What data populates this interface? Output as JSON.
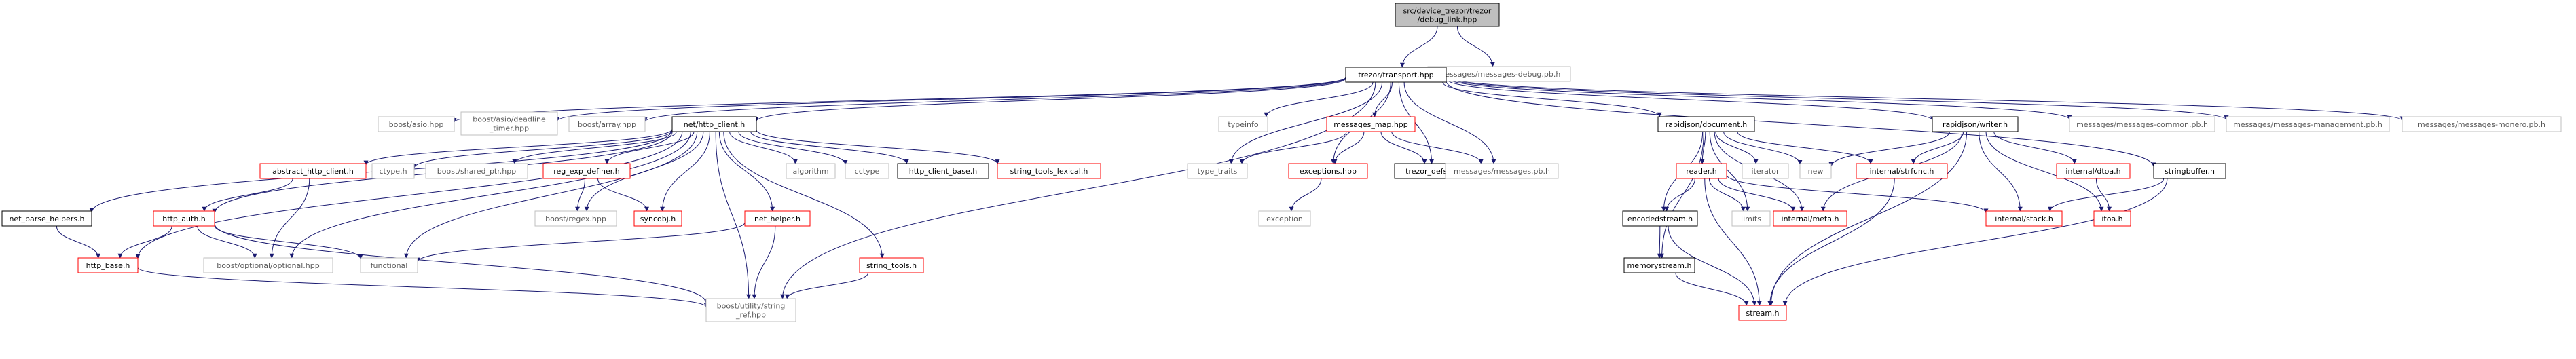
{
  "diagram": {
    "colors": {
      "edge": "#191970",
      "node_border_normal": "#000000",
      "node_border_link": "#ff0000",
      "node_border_external": "#bfbfbf",
      "node_fill_root": "#bfbfbf",
      "text_normal": "#000000",
      "text_external": "#5a5a5a"
    },
    "nodes": {
      "root": {
        "lines": [
          "src/device_trezor/trezor",
          "/debug_link.hpp"
        ],
        "kind": "root"
      },
      "dbgpb": {
        "lines": [
          "messages/messages-debug.pb.h"
        ],
        "kind": "external"
      },
      "trans": {
        "lines": [
          "trezor/transport.hpp"
        ],
        "kind": "normal"
      },
      "basio": {
        "lines": [
          "boost/asio.hpp"
        ],
        "kind": "external"
      },
      "bdead": {
        "lines": [
          "boost/asio/deadline",
          "_timer.hpp"
        ],
        "kind": "external"
      },
      "barr": {
        "lines": [
          "boost/array.hpp"
        ],
        "kind": "external"
      },
      "http": {
        "lines": [
          "net/http_client.h"
        ],
        "kind": "normal"
      },
      "typeinfo": {
        "lines": [
          "typeinfo"
        ],
        "kind": "external"
      },
      "msgmap": {
        "lines": [
          "messages_map.hpp"
        ],
        "kind": "link"
      },
      "rjdoc": {
        "lines": [
          "rapidjson/document.h"
        ],
        "kind": "normal"
      },
      "rjwr": {
        "lines": [
          "rapidjson/writer.h"
        ],
        "kind": "normal"
      },
      "common": {
        "lines": [
          "messages/messages-common.pb.h"
        ],
        "kind": "external"
      },
      "mgmt": {
        "lines": [
          "messages/messages-management.pb.h"
        ],
        "kind": "external"
      },
      "monero": {
        "lines": [
          "messages/messages-monero.pb.h"
        ],
        "kind": "external"
      },
      "abshttp": {
        "lines": [
          "abstract_http_client.h"
        ],
        "kind": "link"
      },
      "ctype": {
        "lines": [
          "ctype.h"
        ],
        "kind": "external"
      },
      "bshared": {
        "lines": [
          "boost/shared_ptr.hpp"
        ],
        "kind": "external"
      },
      "regdef": {
        "lines": [
          "reg_exp_definer.h"
        ],
        "kind": "link"
      },
      "algo": {
        "lines": [
          "algorithm"
        ],
        "kind": "external"
      },
      "cctype": {
        "lines": [
          "cctype"
        ],
        "kind": "external"
      },
      "httpcb": {
        "lines": [
          "http_client_base.h"
        ],
        "kind": "normal"
      },
      "stlex": {
        "lines": [
          "string_tools_lexical.h"
        ],
        "kind": "link"
      },
      "ttraits": {
        "lines": [
          "type_traits"
        ],
        "kind": "external"
      },
      "exc": {
        "lines": [
          "exceptions.hpp"
        ],
        "kind": "link"
      },
      "tdefs": {
        "lines": [
          "trezor_defs.hpp"
        ],
        "kind": "normal"
      },
      "msgpb": {
        "lines": [
          "messages/messages.pb.h"
        ],
        "kind": "external"
      },
      "netparse": {
        "lines": [
          "net_parse_helpers.h"
        ],
        "kind": "normal"
      },
      "httpauth": {
        "lines": [
          "http_auth.h"
        ],
        "kind": "link"
      },
      "bregex": {
        "lines": [
          "boost/regex.hpp"
        ],
        "kind": "external"
      },
      "syncobj": {
        "lines": [
          "syncobj.h"
        ],
        "kind": "link"
      },
      "nethelp": {
        "lines": [
          "net_helper.h"
        ],
        "kind": "link"
      },
      "exception": {
        "lines": [
          "exception"
        ],
        "kind": "external"
      },
      "httpbase": {
        "lines": [
          "http_base.h"
        ],
        "kind": "link"
      },
      "bopt": {
        "lines": [
          "boost/optional/optional.hpp"
        ],
        "kind": "external"
      },
      "functional": {
        "lines": [
          "functional"
        ],
        "kind": "external"
      },
      "strtools": {
        "lines": [
          "string_tools.h"
        ],
        "kind": "link"
      },
      "bstrref": {
        "lines": [
          "boost/utility/string",
          "_ref.hpp"
        ],
        "kind": "external"
      },
      "reader": {
        "lines": [
          "reader.h"
        ],
        "kind": "link"
      },
      "iterator": {
        "lines": [
          "iterator"
        ],
        "kind": "external"
      },
      "new": {
        "lines": [
          "new"
        ],
        "kind": "external"
      },
      "strfunc": {
        "lines": [
          "internal/strfunc.h"
        ],
        "kind": "link"
      },
      "dtoa": {
        "lines": [
          "internal/dtoa.h"
        ],
        "kind": "link"
      },
      "sbuf": {
        "lines": [
          "stringbuffer.h"
        ],
        "kind": "normal"
      },
      "encstream": {
        "lines": [
          "encodedstream.h"
        ],
        "kind": "normal"
      },
      "limits": {
        "lines": [
          "limits"
        ],
        "kind": "external"
      },
      "meta": {
        "lines": [
          "internal/meta.h"
        ],
        "kind": "link"
      },
      "istack": {
        "lines": [
          "internal/stack.h"
        ],
        "kind": "link"
      },
      "itoa": {
        "lines": [
          "itoa.h"
        ],
        "kind": "link"
      },
      "memstream": {
        "lines": [
          "memorystream.h"
        ],
        "kind": "normal"
      },
      "stream": {
        "lines": [
          "stream.h"
        ],
        "kind": "link"
      }
    },
    "edges": [
      [
        "root",
        "trans"
      ],
      [
        "root",
        "dbgpb"
      ],
      [
        "trans",
        "basio"
      ],
      [
        "trans",
        "bdead"
      ],
      [
        "trans",
        "barr"
      ],
      [
        "trans",
        "http"
      ],
      [
        "trans",
        "typeinfo"
      ],
      [
        "trans",
        "msgmap"
      ],
      [
        "trans",
        "rjdoc"
      ],
      [
        "trans",
        "rjwr"
      ],
      [
        "trans",
        "common"
      ],
      [
        "trans",
        "mgmt"
      ],
      [
        "trans",
        "monero"
      ],
      [
        "trans",
        "ttraits"
      ],
      [
        "trans",
        "exc"
      ],
      [
        "trans",
        "tdefs"
      ],
      [
        "trans",
        "msgpb"
      ],
      [
        "trans",
        "sbuf"
      ],
      [
        "trans",
        "bstrref"
      ],
      [
        "http",
        "abshttp"
      ],
      [
        "http",
        "ctype"
      ],
      [
        "http",
        "bshared"
      ],
      [
        "http",
        "regdef"
      ],
      [
        "http",
        "algo"
      ],
      [
        "http",
        "cctype"
      ],
      [
        "http",
        "httpcb"
      ],
      [
        "http",
        "stlex"
      ],
      [
        "http",
        "netparse"
      ],
      [
        "http",
        "httpauth"
      ],
      [
        "http",
        "httpbase"
      ],
      [
        "http",
        "syncobj"
      ],
      [
        "http",
        "nethelp"
      ],
      [
        "http",
        "bopt"
      ],
      [
        "http",
        "functional"
      ],
      [
        "http",
        "strtools"
      ],
      [
        "http",
        "bstrref"
      ],
      [
        "http",
        "bregex"
      ],
      [
        "abshttp",
        "httpauth"
      ],
      [
        "abshttp",
        "bopt"
      ],
      [
        "httpauth",
        "httpbase"
      ],
      [
        "httpauth",
        "bopt"
      ],
      [
        "httpauth",
        "functional"
      ],
      [
        "httpauth",
        "bstrref"
      ],
      [
        "netparse",
        "httpbase"
      ],
      [
        "httpbase",
        "bstrref"
      ],
      [
        "regdef",
        "bregex"
      ],
      [
        "regdef",
        "syncobj"
      ],
      [
        "nethelp",
        "functional"
      ],
      [
        "nethelp",
        "bstrref"
      ],
      [
        "strtools",
        "bstrref"
      ],
      [
        "msgmap",
        "ttraits"
      ],
      [
        "msgmap",
        "exc"
      ],
      [
        "msgmap",
        "tdefs"
      ],
      [
        "msgmap",
        "msgpb"
      ],
      [
        "exc",
        "exception"
      ],
      [
        "rjdoc",
        "reader"
      ],
      [
        "rjdoc",
        "iterator"
      ],
      [
        "rjdoc",
        "new"
      ],
      [
        "rjdoc",
        "strfunc"
      ],
      [
        "rjdoc",
        "encstream"
      ],
      [
        "rjdoc",
        "meta"
      ],
      [
        "rjdoc",
        "memstream"
      ],
      [
        "rjdoc",
        "limits"
      ],
      [
        "reader",
        "encstream"
      ],
      [
        "reader",
        "limits"
      ],
      [
        "reader",
        "meta"
      ],
      [
        "reader",
        "istack"
      ],
      [
        "reader",
        "stream"
      ],
      [
        "rjwr",
        "new"
      ],
      [
        "rjwr",
        "strfunc"
      ],
      [
        "rjwr",
        "dtoa"
      ],
      [
        "rjwr",
        "itoa"
      ],
      [
        "rjwr",
        "istack"
      ],
      [
        "rjwr",
        "meta"
      ],
      [
        "rjwr",
        "stream"
      ],
      [
        "strfunc",
        "stream"
      ],
      [
        "dtoa",
        "itoa"
      ],
      [
        "sbuf",
        "istack"
      ],
      [
        "sbuf",
        "stream"
      ],
      [
        "encstream",
        "memstream"
      ],
      [
        "encstream",
        "stream"
      ],
      [
        "memstream",
        "stream"
      ]
    ]
  }
}
